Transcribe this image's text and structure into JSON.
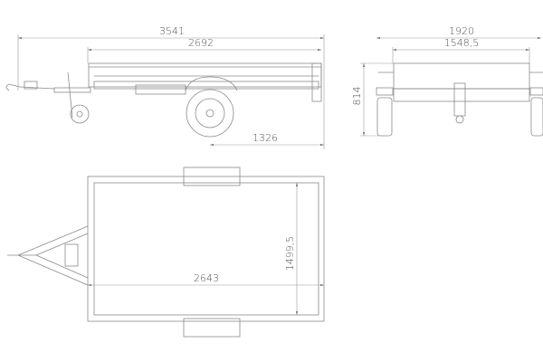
{
  "drawing": {
    "side_view": {
      "overall_length": "3541",
      "body_length": "2692",
      "axle_to_rear": "1326"
    },
    "rear_view": {
      "overall_width": "1920",
      "body_width": "1548,5",
      "height": "814"
    },
    "top_view": {
      "inner_length": "2643",
      "inner_width": "1499,5"
    },
    "line_color": "#8a8a8a"
  }
}
